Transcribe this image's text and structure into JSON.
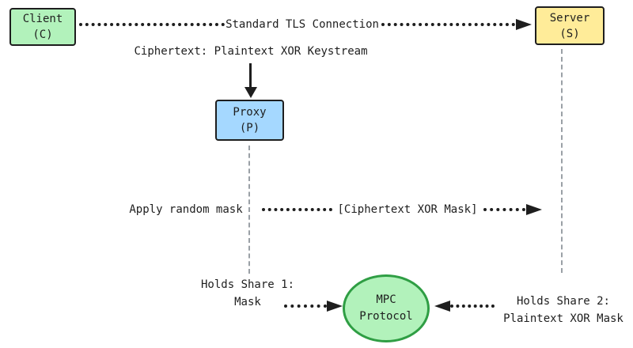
{
  "colors": {
    "ink": "#1e1e1e",
    "dash": "#9aa0a6",
    "client-fill": "#b2f2bb",
    "server-fill": "#ffec99",
    "proxy-fill": "#a5d8ff",
    "mpc-fill": "#b2f2bb",
    "mpc-stroke": "#2f9e44",
    "bg": "#ffffff"
  },
  "nodes": {
    "client": {
      "line1": "Client",
      "line2": "(C)"
    },
    "server": {
      "line1": "Server",
      "line2": "(S)"
    },
    "proxy": {
      "line1": "Proxy",
      "line2": "(P)"
    },
    "mpc": {
      "line1": "MPC",
      "line2": "Protocol"
    }
  },
  "labels": {
    "tls_connection": "Standard TLS Connection",
    "ciphertext_note": "Ciphertext: Plaintext XOR Keystream",
    "apply_mask": "Apply random mask",
    "masked_ciphertext": "[Ciphertext XOR Mask]",
    "share1": {
      "line1": "Holds Share 1:",
      "line2": "Mask"
    },
    "share2": {
      "line1": "Holds Share 2:",
      "line2": "Plaintext XOR Mask"
    }
  }
}
